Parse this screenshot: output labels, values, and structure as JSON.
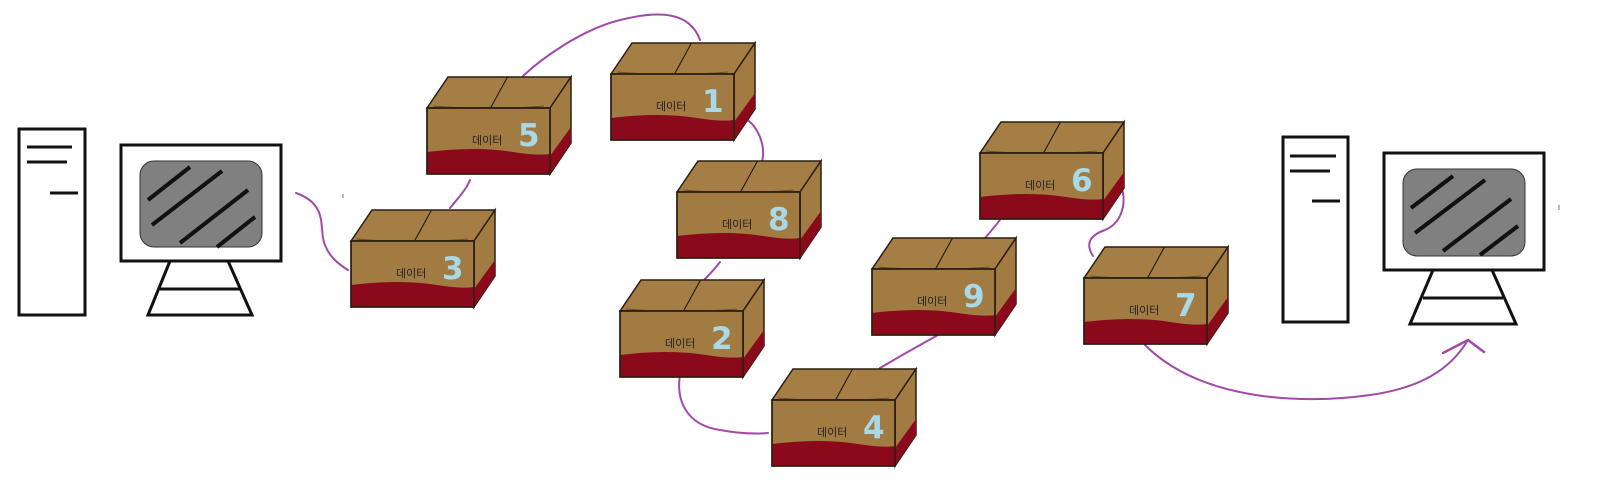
{
  "colors": {
    "background": "#ffffff",
    "box_kraft": "#a27b43",
    "box_lid": "#a57e46",
    "box_band": "#8a0a1c",
    "box_outline": "#2a1f12",
    "number_color": "#a9d8e6",
    "path_color": "#a24aa8",
    "device_outline": "#111111",
    "screen_gray": "#808080"
  },
  "source_computer": {
    "name": "sender",
    "tower_icon": "tower-icon",
    "monitor_icon": "monitor-icon"
  },
  "destination_computer": {
    "name": "receiver",
    "tower_icon": "tower-icon",
    "monitor_icon": "monitor-icon"
  },
  "packets": [
    {
      "id": "p3",
      "label": "데이터",
      "number": "3"
    },
    {
      "id": "p5",
      "label": "데이터",
      "number": "5"
    },
    {
      "id": "p1",
      "label": "데이터",
      "number": "1"
    },
    {
      "id": "p8",
      "label": "데이터",
      "number": "8"
    },
    {
      "id": "p2",
      "label": "데이터",
      "number": "2"
    },
    {
      "id": "p4",
      "label": "데이터",
      "number": "4"
    },
    {
      "id": "p9",
      "label": "데이터",
      "number": "9"
    },
    {
      "id": "p6",
      "label": "데이터",
      "number": "6"
    },
    {
      "id": "p7",
      "label": "데이터",
      "number": "7"
    }
  ],
  "route": [
    "sender",
    "p3",
    "p5",
    "p1",
    "p8",
    "p2",
    "p4",
    "p9",
    "p6",
    "p7",
    "receiver"
  ]
}
